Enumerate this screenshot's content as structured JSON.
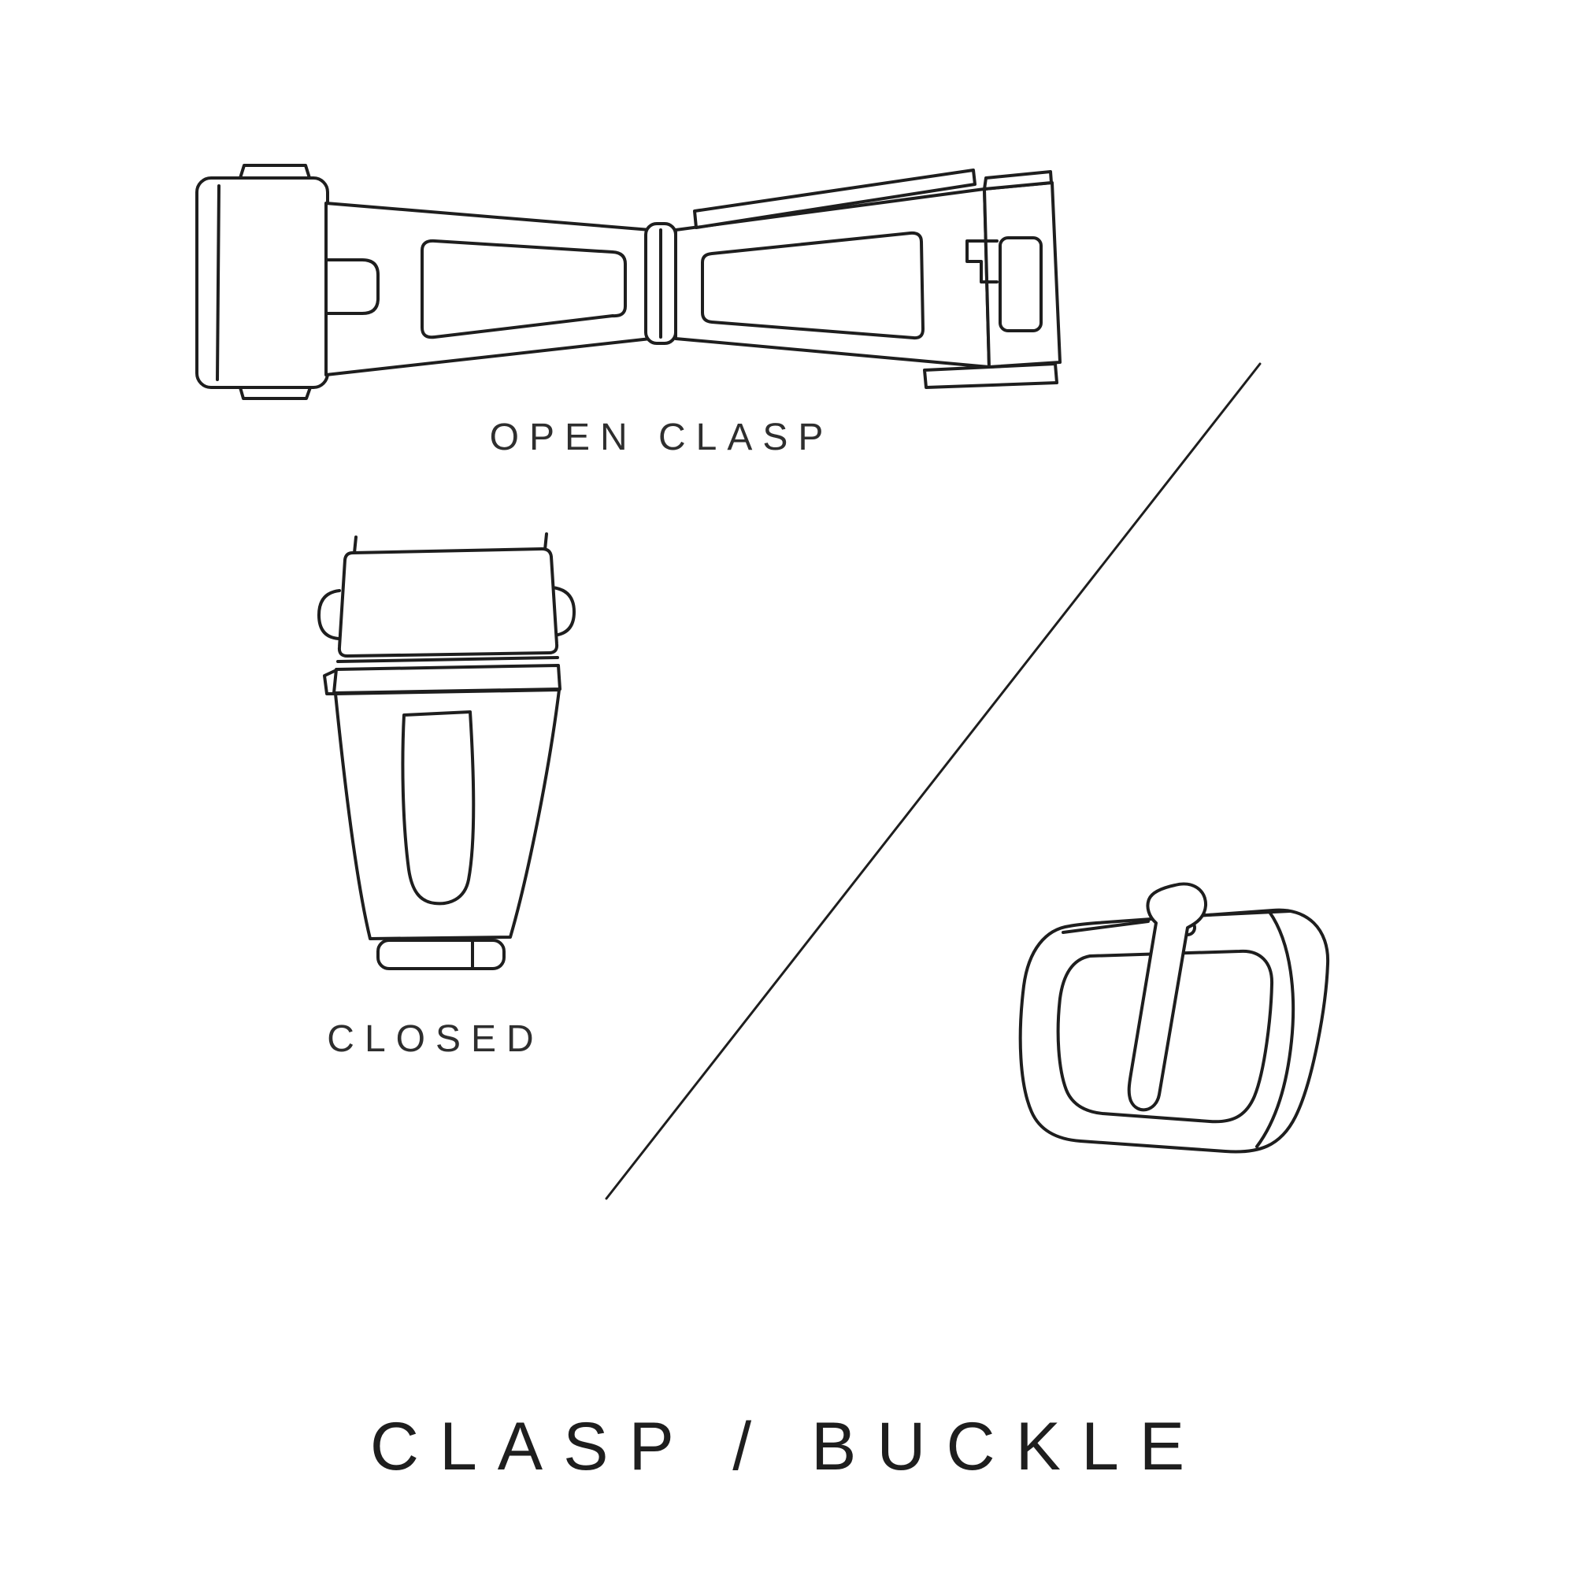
{
  "page": {
    "background": "#ffffff",
    "ink": "#1e1e1e",
    "text_color": "#2e2e2e"
  },
  "title": {
    "text": "CLASP / BUCKLE"
  },
  "labels": {
    "open_clasp": "OPEN CLASP",
    "closed": "CLOSED"
  },
  "illustrations": {
    "open_clasp": "open-clasp-illustration",
    "closed_clasp": "closed-clasp-illustration",
    "buckle": "buckle-illustration",
    "divider": "diagonal-divider-line"
  }
}
